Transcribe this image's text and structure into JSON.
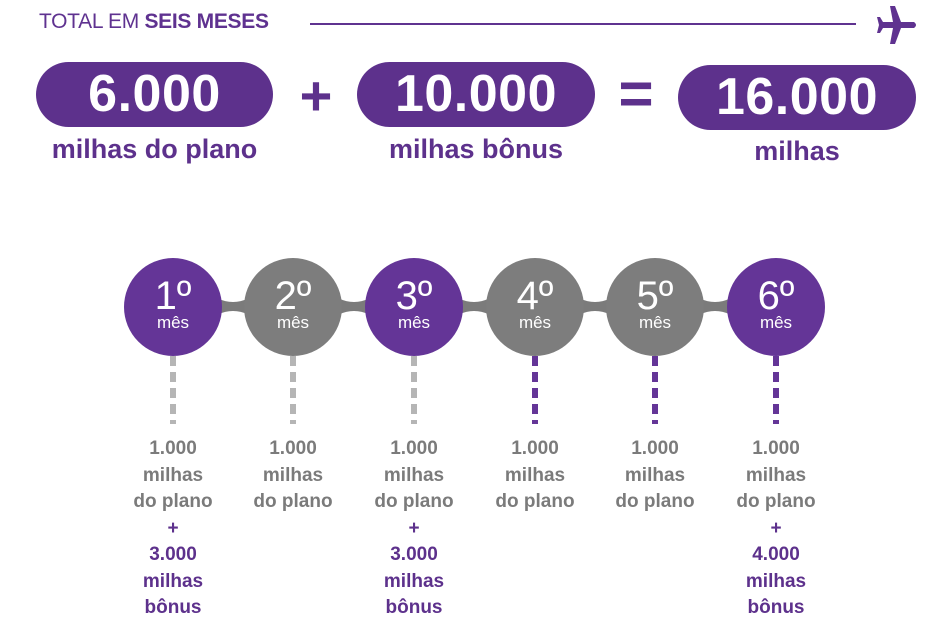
{
  "header": {
    "title_light": "TOTAL EM ",
    "title_bold": "SEIS MESES",
    "icon": "airplane-icon"
  },
  "colors": {
    "purple": "#5d318c",
    "circle_purple": "#643597",
    "gray": "#7d7d7d",
    "dash_gray": "#b5b5b5",
    "dash_purple": "#643597"
  },
  "equation": {
    "plan": {
      "value": "6.000",
      "caption": "milhas do plano"
    },
    "plus": "+",
    "bonus": {
      "value": "10.000",
      "caption": "milhas bônus"
    },
    "equals": "=",
    "total": {
      "value": "16.000",
      "caption": "milhas"
    }
  },
  "months": [
    {
      "ordinal": "1º",
      "unit": "mês",
      "color": "purple",
      "dash": "gray",
      "plan_value": "1.000",
      "plan_line1": "milhas",
      "plan_line2": "do plano",
      "plus": "+",
      "bonus_value": "3.000",
      "bonus_line1": "milhas",
      "bonus_line2": "bônus"
    },
    {
      "ordinal": "2º",
      "unit": "mês",
      "color": "gray",
      "dash": "gray",
      "plan_value": "1.000",
      "plan_line1": "milhas",
      "plan_line2": "do plano"
    },
    {
      "ordinal": "3º",
      "unit": "mês",
      "color": "purple",
      "dash": "gray",
      "plan_value": "1.000",
      "plan_line1": "milhas",
      "plan_line2": "do plano",
      "plus": "+",
      "bonus_value": "3.000",
      "bonus_line1": "milhas",
      "bonus_line2": "bônus"
    },
    {
      "ordinal": "4º",
      "unit": "mês",
      "color": "gray",
      "dash": "purple",
      "plan_value": "1.000",
      "plan_line1": "milhas",
      "plan_line2": "do plano"
    },
    {
      "ordinal": "5º",
      "unit": "mês",
      "color": "gray",
      "dash": "purple",
      "plan_value": "1.000",
      "plan_line1": "milhas",
      "plan_line2": "do plano"
    },
    {
      "ordinal": "6º",
      "unit": "mês",
      "color": "purple",
      "dash": "purple",
      "plan_value": "1.000",
      "plan_line1": "milhas",
      "plan_line2": "do plano",
      "plus": "+",
      "bonus_value": "4.000",
      "bonus_line1": "milhas",
      "bonus_line2": "bônus"
    }
  ]
}
